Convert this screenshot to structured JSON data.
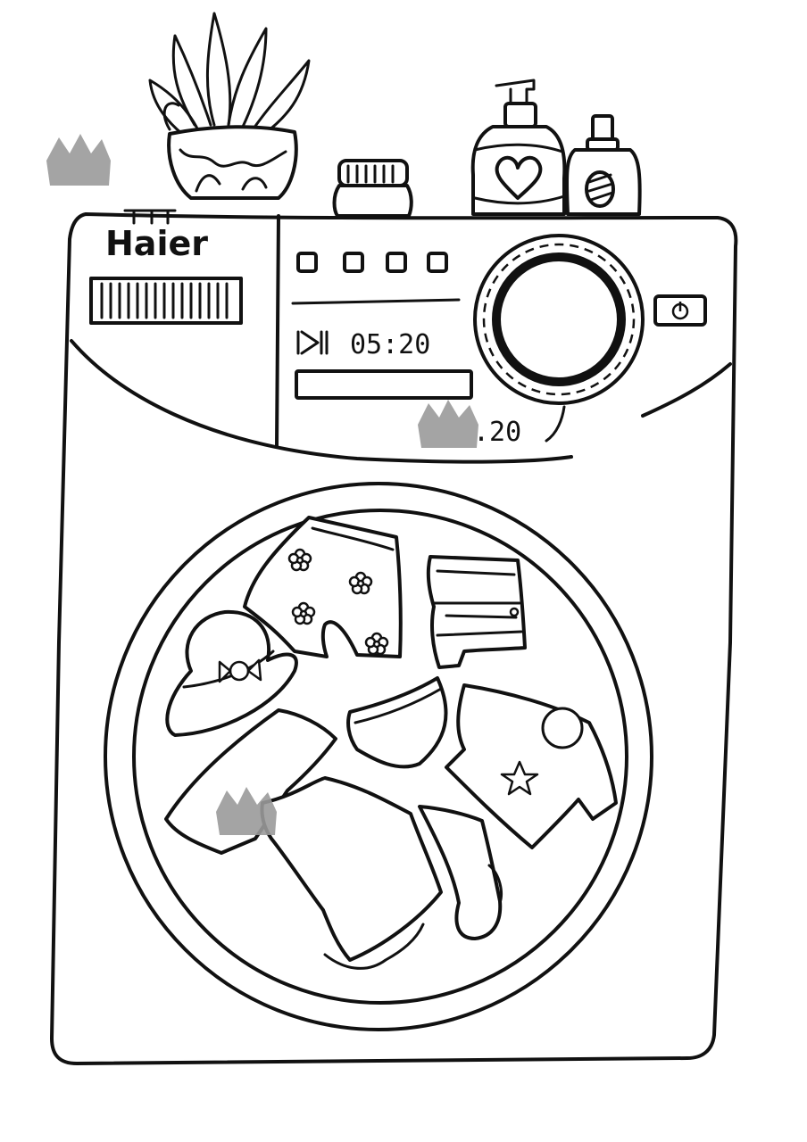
{
  "brand": {
    "name": "Haier"
  },
  "display": {
    "time": "05:20",
    "secondary_time": ".20"
  },
  "colors": {
    "ink": "#111111",
    "paper": "#ffffff",
    "watermark": "#9a9a9a"
  },
  "icons": [
    "play-pause-icon",
    "power-icon",
    "heart-icon",
    "crown-watermark-icon",
    "star-icon",
    "flower-icon"
  ]
}
